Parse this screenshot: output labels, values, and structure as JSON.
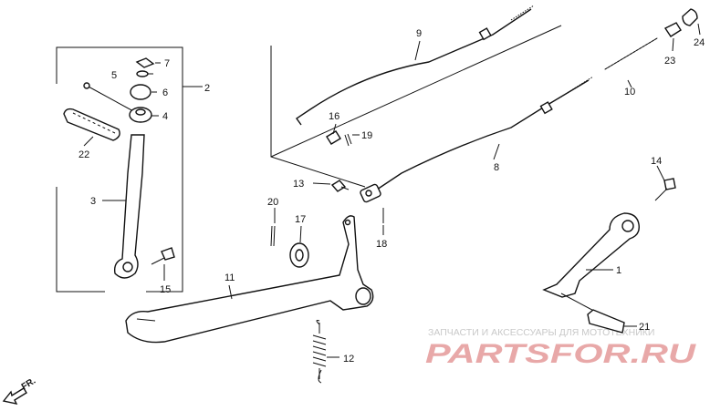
{
  "callouts": {
    "n1": "1",
    "n2": "2",
    "n3": "3",
    "n4": "4",
    "n5": "5",
    "n6": "6",
    "n7": "7",
    "n8": "8",
    "n9": "9",
    "n10": "10",
    "n11": "11",
    "n12": "12",
    "n13": "13",
    "n14": "14",
    "n15": "15",
    "n16": "16",
    "n17": "17",
    "n18": "18",
    "n19": "19",
    "n20": "20",
    "n21": "21",
    "n22": "22",
    "n23": "23",
    "n24": "24"
  },
  "direction_label": "FR.",
  "watermark": {
    "subtitle": "ЗАПЧАСТИ И АКСЕССУАРЫ ДЛЯ МОТОТЕХНИКИ",
    "logo": "PARTSFOR.RU"
  }
}
